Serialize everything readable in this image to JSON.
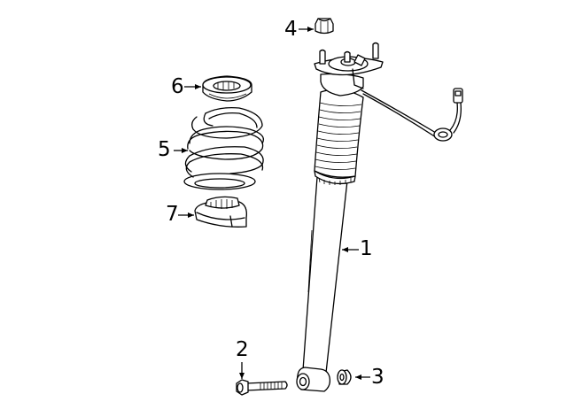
{
  "diagram": {
    "callouts": [
      {
        "id": "1",
        "label": "1",
        "part": "shock-absorber"
      },
      {
        "id": "2",
        "label": "2",
        "part": "mounting-bolt"
      },
      {
        "id": "3",
        "label": "3",
        "part": "nut"
      },
      {
        "id": "4",
        "label": "4",
        "part": "upper-mount-nut"
      },
      {
        "id": "5",
        "label": "5",
        "part": "coil-spring"
      },
      {
        "id": "6",
        "label": "6",
        "part": "upper-spring-seat"
      },
      {
        "id": "7",
        "label": "7",
        "part": "lower-spring-seat"
      }
    ],
    "colors": {
      "line": "#000000",
      "background": "#ffffff"
    }
  }
}
